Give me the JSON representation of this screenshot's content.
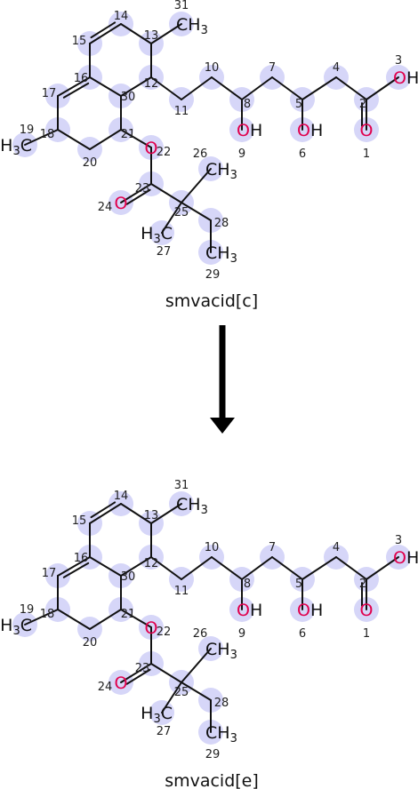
{
  "colors": {
    "carbon": "#111111",
    "oxygen": "#e0004d",
    "highlight": "#d6d6f8",
    "arrow": "#000000"
  },
  "labels": {
    "ch3": "CH3",
    "h3c": "H3C",
    "oh": "OH",
    "o": "O"
  },
  "molecules": [
    {
      "name": "smvacid[c]"
    },
    {
      "name": "smvacid[e]"
    }
  ],
  "atom_numbers": [
    "1",
    "2",
    "3",
    "4",
    "5",
    "6",
    "7",
    "8",
    "9",
    "10",
    "11",
    "12",
    "13",
    "14",
    "15",
    "16",
    "17",
    "18",
    "19",
    "20",
    "21",
    "22",
    "23",
    "24",
    "25",
    "26",
    "27",
    "28",
    "29",
    "30",
    "31"
  ],
  "arrow": {
    "direction": "down"
  }
}
